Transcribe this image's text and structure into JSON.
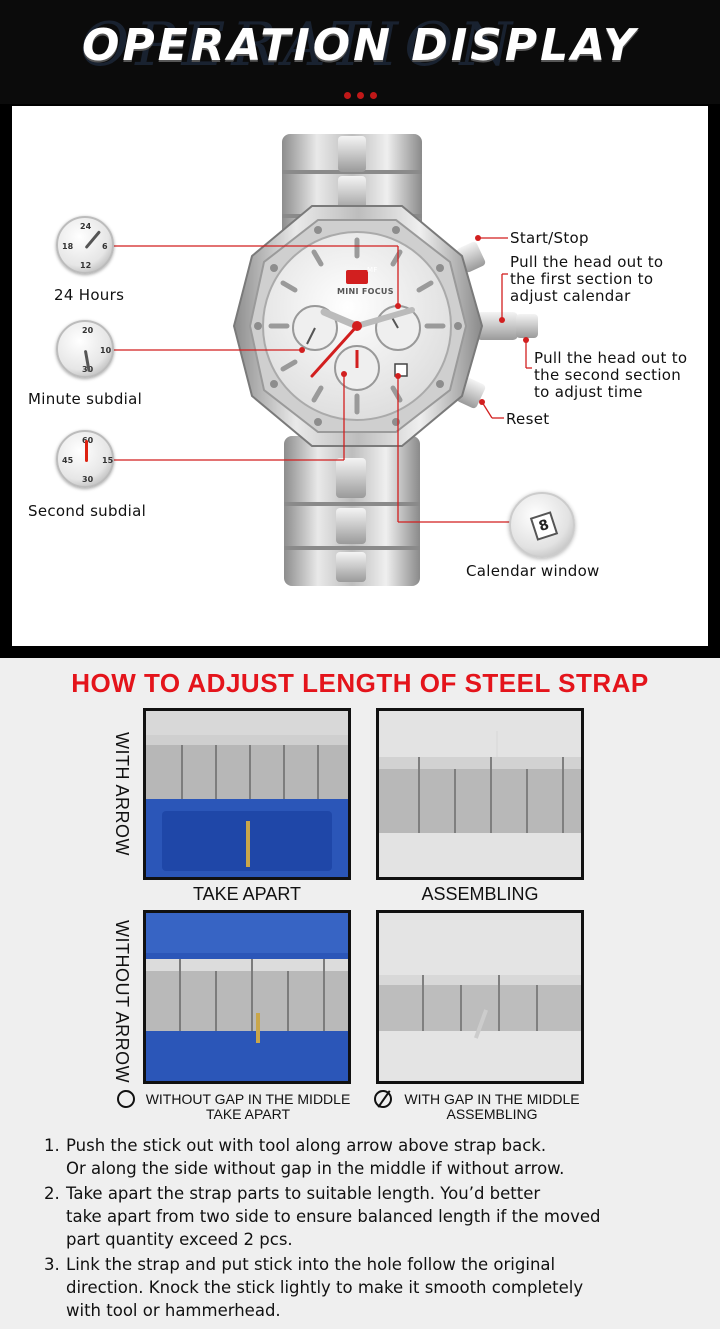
{
  "header": {
    "title": "OPERATION DISPLAY",
    "backdrop_text": "OPERATION"
  },
  "watch": {
    "brand": "MINI FOCUS",
    "logo": "MF",
    "features_left": [
      {
        "label": "24 Hours",
        "icon": "24-hour-subdial-icon"
      },
      {
        "label": "Minute subdial",
        "icon": "minute-subdial-icon"
      },
      {
        "label": "Second subdial",
        "icon": "second-subdial-icon"
      }
    ],
    "callouts_right": {
      "start_stop": "Start/Stop",
      "first_section": "Pull the head out to\nthe first section to\nadjust calendar",
      "second_section": "Pull the head out to\nthe second section\nto adjust time",
      "reset": "Reset",
      "calendar": "Calendar window"
    },
    "calendar_digit": "8",
    "dial_numbers": {
      "hours24": [
        "24",
        "18",
        "6",
        "12"
      ],
      "minute": [
        "20",
        "10",
        "30"
      ],
      "second": [
        "60",
        "45",
        "15",
        "30"
      ]
    },
    "accent_color": "#d21f1f"
  },
  "strap": {
    "title": "HOW TO ADJUST LENGTH OF STEEL STRAP",
    "title_color": "#e4141b",
    "row_labels": [
      "WITH ARROW",
      "WITHOUT ARROW"
    ],
    "captions": [
      "TAKE APART",
      "ASSEMBLING"
    ],
    "notes": [
      {
        "line1": "WITHOUT GAP IN THE MIDDLE",
        "line2": "TAKE APART",
        "icon": "circle-icon"
      },
      {
        "line1": "WITH GAP IN THE MIDDLE",
        "line2": "ASSEMBLING",
        "icon": "slashed-circle-icon"
      }
    ],
    "steps": [
      {
        "n": "1.",
        "text": "Push the stick out with tool along arrow above strap back.\n Or along the side without gap in the middle if without arrow."
      },
      {
        "n": "2.",
        "text": "Take apart the strap parts to suitable length. You’d better\n  take apart from two side to ensure balanced length if the moved\n  part quantity exceed 2 pcs."
      },
      {
        "n": "3.",
        "text": "Link the strap and put stick into the hole follow the original\n direction. Knock the stick lightly to make it smooth completely\n with tool or hammerhead."
      }
    ]
  }
}
